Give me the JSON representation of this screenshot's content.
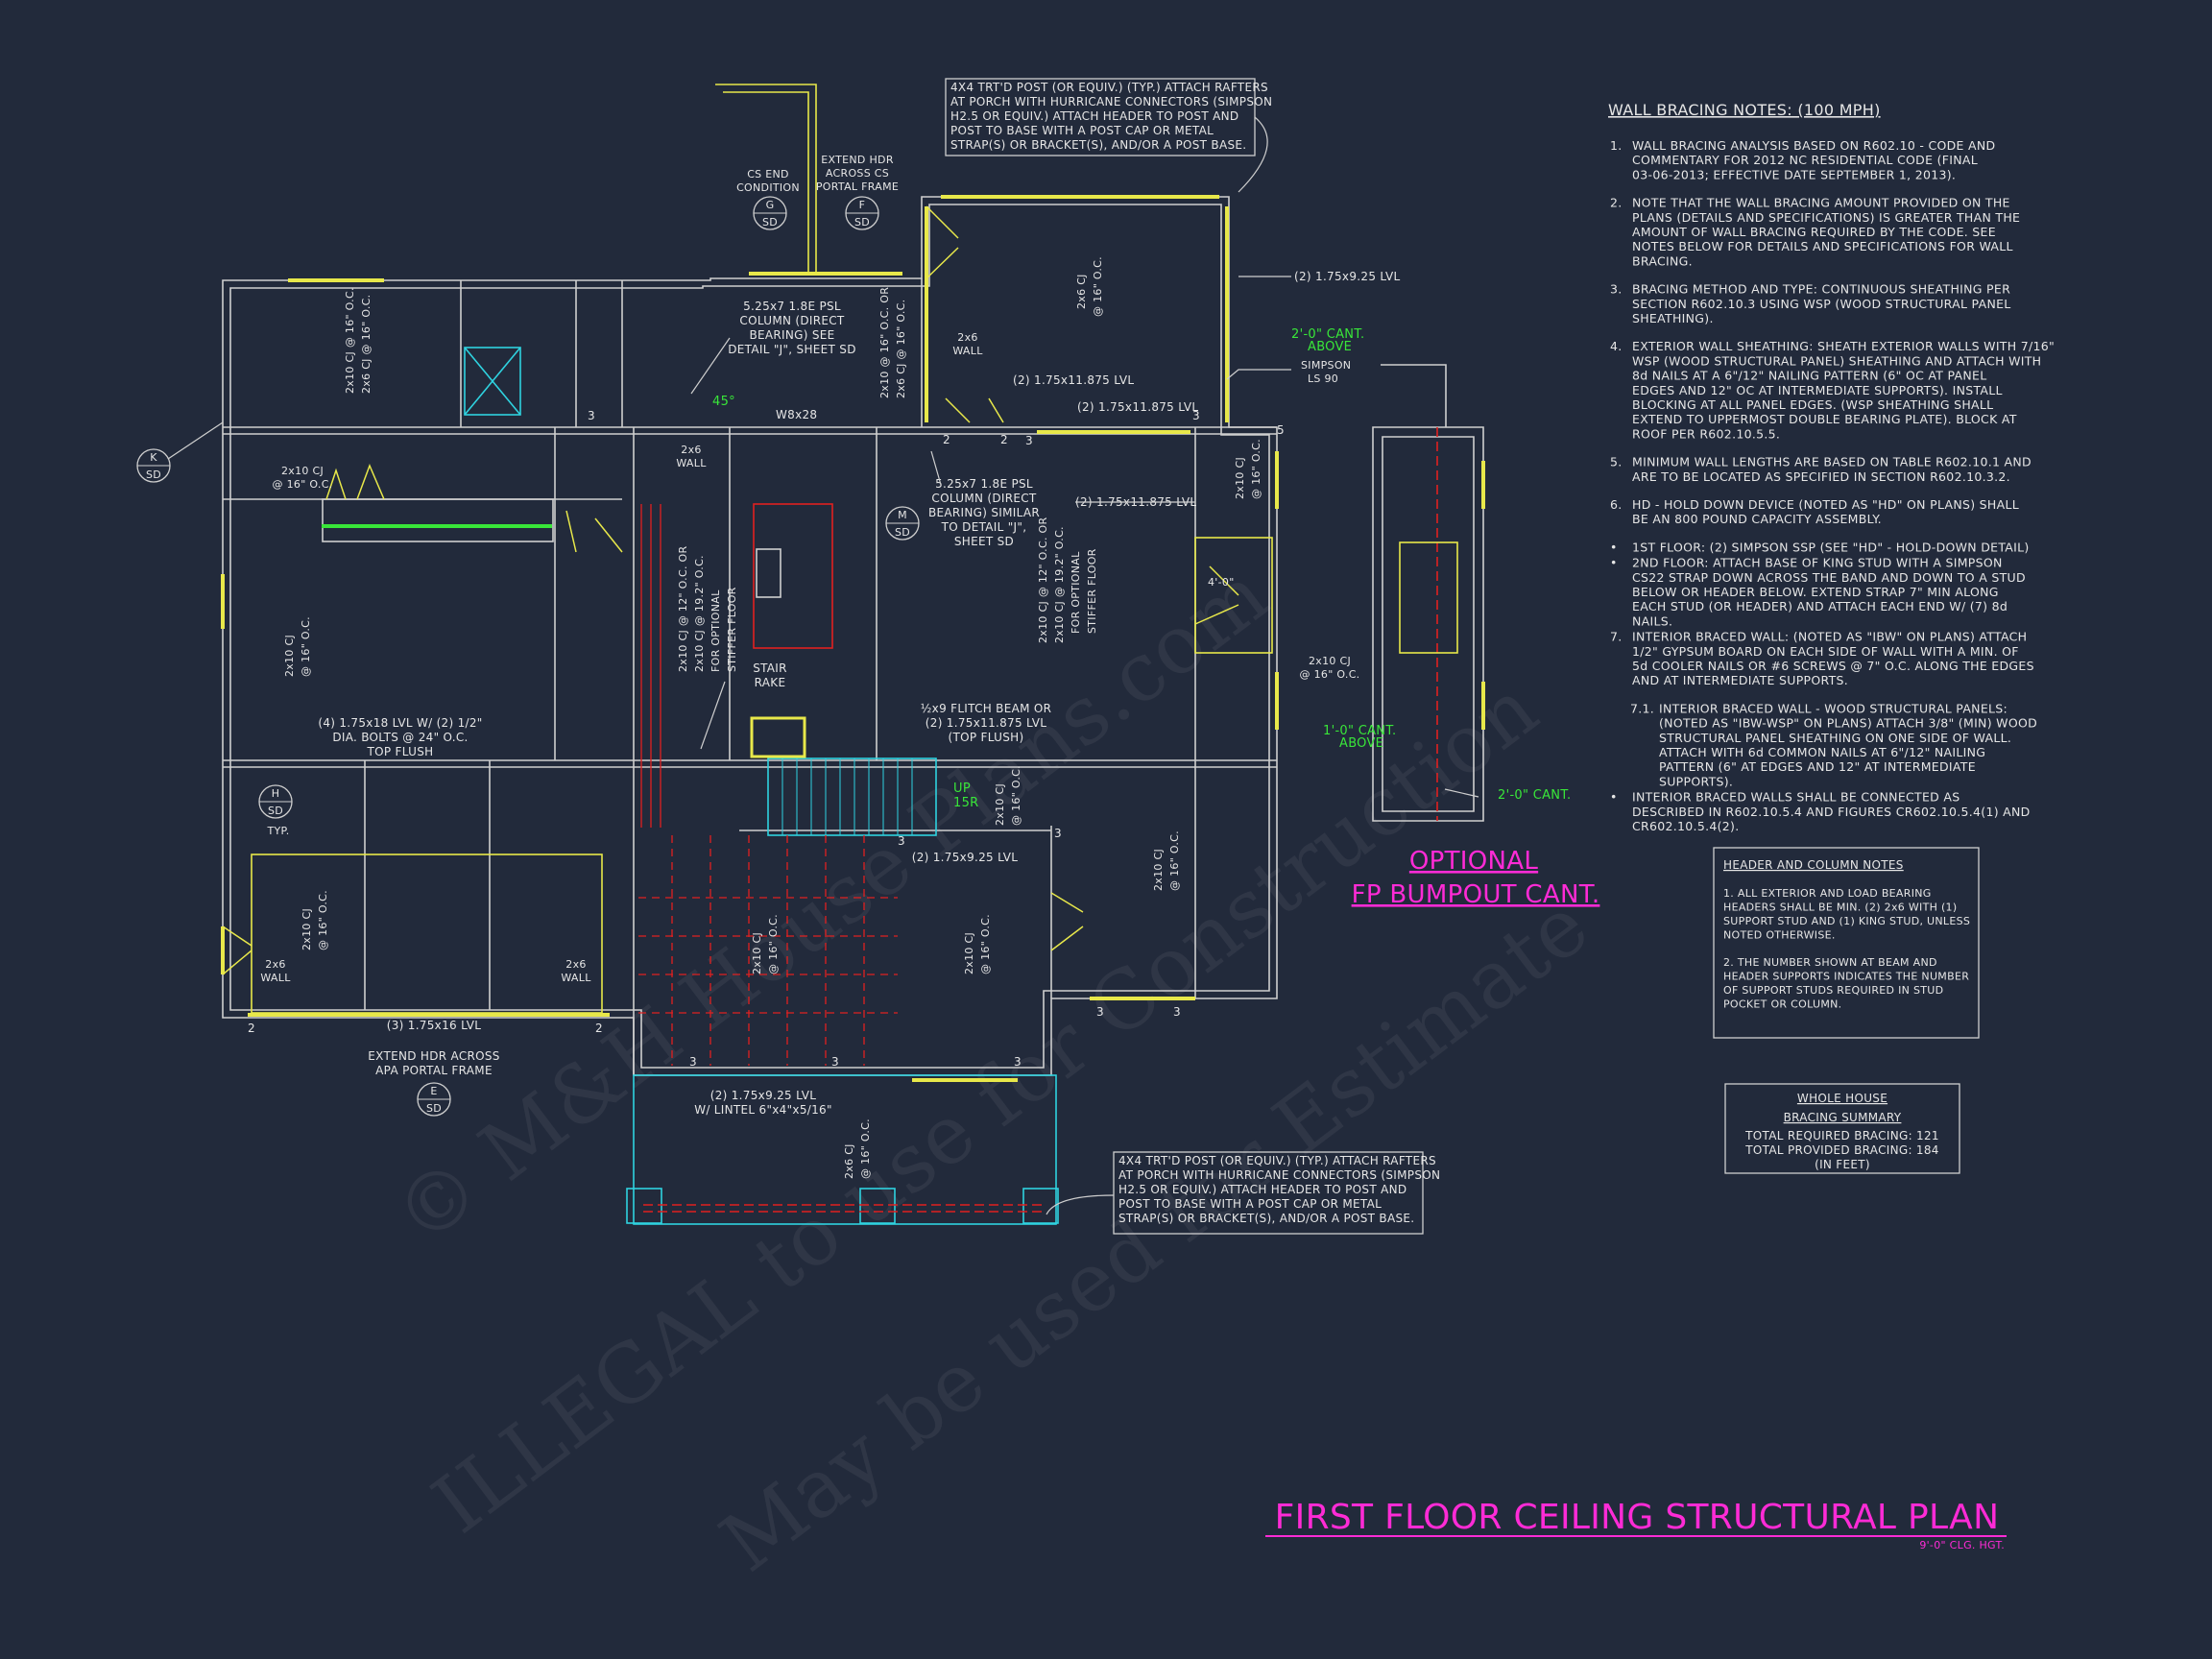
{
  "plan": {
    "title": "FIRST FLOOR CEILING STRUCTURAL PLAN",
    "subtitle": "9'-0\" CLG. HGT.",
    "optional_title_1": "OPTIONAL",
    "optional_title_2": "FP BUMPOUT CANT."
  },
  "watermarks": [
    "© M&H House Plans.com",
    "ILLEGAL to use for Construction",
    "May be used for Estimate"
  ],
  "callouts": {
    "k": {
      "letter": "K",
      "sheet": "SD"
    },
    "g": {
      "letter": "G",
      "sheet": "SD"
    },
    "f": {
      "letter": "F",
      "sheet": "SD"
    },
    "m": {
      "letter": "M",
      "sheet": "SD"
    },
    "h": {
      "letter": "H",
      "sheet": "SD",
      "note": "TYP."
    },
    "e": {
      "letter": "E",
      "sheet": "SD"
    }
  },
  "labels": {
    "cs_end": [
      "CS END",
      "CONDITION"
    ],
    "extend_hdr_cs": [
      "EXTEND HDR",
      "ACROSS CS",
      "PORTAL FRAME"
    ],
    "porch_top_note": [
      "4X4 TRT'D POST (OR EQUIV.) (TYP.) ATTACH RAFTERS",
      "AT PORCH WITH HURRICANE CONNECTORS (SIMPSON",
      "H2.5 OR EQUIV.) ATTACH HEADER TO POST AND",
      "POST TO BASE WITH A POST CAP OR METAL",
      "STRAP(S) OR BRACKET(S), AND/OR A POST BASE."
    ],
    "porch_bottom_note": [
      "4X4 TRT'D POST (OR EQUIV.) (TYP.) ATTACH RAFTERS",
      "AT PORCH WITH HURRICANE CONNECTORS (SIMPSON",
      "H2.5 OR EQUIV.) ATTACH HEADER TO POST AND",
      "POST TO BASE WITH A POST CAP OR METAL",
      "STRAP(S) OR BRACKET(S), AND/OR A POST BASE."
    ],
    "psl_column_1": [
      "5.25x7 1.8E PSL",
      "COLUMN (DIRECT",
      "BEARING) SEE",
      "DETAIL \"J\", SHEET SD"
    ],
    "psl_column_2": [
      "5.25x7 1.8E PSL",
      "COLUMN (DIRECT",
      "BEARING) SIMILAR",
      "TO DETAIL \"J\",",
      "SHEET SD"
    ],
    "lvl_2_175x925_right": "(2) 1.75x9.25 LVL",
    "lvl_2_175x11875_a": "(2) 1.75x11.875 LVL",
    "lvl_2_175x11875_b": "(2) 1.75x11.875 LVL",
    "lvl_2_175x11875_c": "(2) 1.75x11.875 LVL",
    "w8x28": "W8x28",
    "wall_2x6_a": [
      "2x6",
      "WALL"
    ],
    "wall_2x6_b": [
      "2x6",
      "WALL"
    ],
    "wall_2x6_c": [
      "2x6",
      "WALL"
    ],
    "wall_2x6_d": [
      "2x6",
      "WALL"
    ],
    "cant_above_1": [
      "2'-0\" CANT.",
      "ABOVE"
    ],
    "cant_above_2": [
      "1'-0\" CANT.",
      "ABOVE"
    ],
    "cant_side": "2'-0\" CANT.",
    "simpson": [
      "SIMPSON",
      "LS 90"
    ],
    "cj_left_top": [
      "2x10 CJ @ 16\" O.C.",
      "2x6 CJ @ 16\" O.C."
    ],
    "cj_center_top": [
      "2x10 @ 16\" O.C. OR",
      "2x6 CJ @ 16\" O.C."
    ],
    "cj_porch_top": [
      "2x6 CJ",
      "@ 16\" O.C."
    ],
    "cj_2x10_16": [
      "2x10 CJ",
      "@ 16\" O.C."
    ],
    "cj_2x10_a": [
      "2x10 CJ",
      "@ 16\" O.C."
    ],
    "cj_2x10_b": [
      "2x10 CJ",
      "@ 16\" O.C."
    ],
    "cj_2x10_c": [
      "2x10 CJ",
      "@ 16\" O.C."
    ],
    "cj_2x10_d": [
      "2x10 CJ",
      "@ 16\" O.C."
    ],
    "cj_2x10_e": [
      "2x10 CJ",
      "@ 16\" O.C."
    ],
    "cj_2x10_f": [
      "2x10 CJ",
      "@ 16\" O.C."
    ],
    "cj_2x10_g": [
      "2x10 CJ",
      "@ 16\" O.C."
    ],
    "cj_2x10_h": [
      "2x10 CJ",
      "@ 16\" O.C."
    ],
    "cj_2x6_porch": [
      "2x6 CJ",
      "@ 16\" O.C."
    ],
    "cj_2x10_right": [
      "2x10 CJ",
      "@ 16\" O.C."
    ],
    "cj_kitchen": [
      "2x10 CJ @ 12\" O.C. OR",
      "2x10 CJ @ 19.2\" O.C.",
      "FOR OPTIONAL",
      "STIFFER FLOOR"
    ],
    "cj_family": [
      "2x10 CJ @ 12\" O.C. OR",
      "2x10 CJ @ 19.2\" O.C.",
      "FOR OPTIONAL",
      "STIFFER FLOOR"
    ],
    "stair_rake": [
      "STAIR",
      "RAKE"
    ],
    "flitch_beam": [
      "½x9 FLITCH BEAM OR",
      "(2) 1.75x11.875 LVL",
      "(TOP FLUSH)"
    ],
    "lvl_4": [
      "(4) 1.75x18 LVL W/ (2) 1/2\"",
      "DIA. BOLTS @ 24\" O.C.",
      "TOP FLUSH"
    ],
    "lvl_3": "(3) 1.75x16 LVL",
    "extend_hdr_apa": [
      "EXTEND HDR ACROSS",
      "APA PORTAL FRAME"
    ],
    "lvl_2_925_stair": "(2) 1.75x9.25 LVL",
    "lvl_2_925_lintel": [
      "(2) 1.75x9.25 LVL",
      "W/ LINTEL 6\"x4\"x5/16\""
    ],
    "up": [
      "UP",
      "15R"
    ],
    "dim_4ft": "4'-0\"",
    "angle_45": "45°",
    "stud_2": "2",
    "stud_3": "3",
    "stud_5": "5"
  },
  "wall_bracing": {
    "title": "WALL BRACING NOTES: (100 MPH)",
    "notes": [
      {
        "num": "1.",
        "lines": [
          "WALL BRACING ANALYSIS BASED ON R602.10 - CODE AND",
          "COMMENTARY FOR 2012 NC RESIDENTIAL CODE (FINAL",
          "03-06-2013; EFFECTIVE DATE SEPTEMBER 1, 2013)."
        ]
      },
      {
        "num": "2.",
        "lines": [
          "NOTE THAT THE WALL BRACING AMOUNT PROVIDED ON THE",
          "PLANS (DETAILS AND SPECIFICATIONS) IS GREATER THAN THE",
          "AMOUNT OF WALL BRACING REQUIRED BY THE CODE. SEE",
          "NOTES BELOW FOR DETAILS AND SPECIFICATIONS FOR WALL",
          "BRACING."
        ]
      },
      {
        "num": "3.",
        "lines": [
          "BRACING METHOD AND TYPE: CONTINUOUS SHEATHING PER",
          "SECTION R602.10.3 USING WSP (WOOD STRUCTURAL PANEL",
          "SHEATHING)."
        ]
      },
      {
        "num": "4.",
        "lines": [
          "EXTERIOR WALL SHEATHING: SHEATH EXTERIOR WALLS WITH 7/16\"",
          "WSP (WOOD STRUCTURAL PANEL) SHEATHING AND ATTACH WITH",
          "8d NAILS AT A 6\"/12\" NAILING PATTERN (6\" OC AT PANEL",
          "EDGES AND 12\" OC AT INTERMEDIATE SUPPORTS). INSTALL",
          "BLOCKING AT ALL PANEL EDGES. (WSP SHEATHING SHALL",
          "EXTEND TO UPPERMOST DOUBLE BEARING PLATE). BLOCK AT",
          "ROOF PER R602.10.5.5."
        ]
      },
      {
        "num": "5.",
        "lines": [
          "MINIMUM WALL LENGTHS ARE BASED ON TABLE R602.10.1 AND",
          "ARE TO BE LOCATED AS SPECIFIED IN SECTION R602.10.3.2."
        ]
      },
      {
        "num": "6.",
        "lines": [
          "HD - HOLD DOWN DEVICE (NOTED AS \"HD\" ON PLANS) SHALL",
          "BE AN 800 POUND CAPACITY ASSEMBLY."
        ]
      },
      {
        "num": "•",
        "lines": [
          "1ST FLOOR: (2) SIMPSON SSP (SEE \"HD\" - HOLD-DOWN DETAIL)"
        ]
      },
      {
        "num": "•",
        "lines": [
          "2ND FLOOR: ATTACH BASE OF KING STUD WITH A SIMPSON",
          "CS22 STRAP DOWN ACROSS THE BAND AND DOWN TO A STUD",
          "BELOW OR HEADER BELOW. EXTEND STRAP 7\" MIN ALONG",
          "EACH STUD (OR HEADER) AND ATTACH EACH END W/ (7) 8d",
          "NAILS."
        ]
      },
      {
        "num": "7.",
        "lines": [
          "INTERIOR BRACED WALL: (NOTED AS \"IBW\" ON PLANS) ATTACH",
          "1/2\" GYPSUM BOARD ON EACH SIDE OF WALL WITH A MIN. OF",
          "5d COOLER NAILS OR #6 SCREWS @ 7\" O.C. ALONG THE EDGES",
          "AND AT INTERMEDIATE SUPPORTS."
        ]
      },
      {
        "num": "7.1.",
        "lines": [
          "INTERIOR BRACED WALL - WOOD STRUCTURAL PANELS:",
          "(NOTED AS \"IBW-WSP\" ON PLANS) ATTACH 3/8\" (MIN) WOOD",
          "STRUCTURAL PANEL SHEATHING ON ONE SIDE OF WALL.",
          "ATTACH WITH 6d COMMON NAILS AT 6\"/12\" NAILING",
          "PATTERN (6\" AT EDGES AND 12\" AT INTERMEDIATE",
          "SUPPORTS)."
        ]
      },
      {
        "num": "•",
        "lines": [
          "INTERIOR BRACED WALLS SHALL BE CONNECTED AS",
          "DESCRIBED IN R602.10.5.4 AND FIGURES CR602.10.5.4(1) AND",
          "CR602.10.5.4(2)."
        ]
      }
    ]
  },
  "header_column_notes": {
    "title": "HEADER AND COLUMN NOTES",
    "notes": [
      [
        "1. ALL EXTERIOR AND LOAD BEARING",
        "HEADERS SHALL BE MIN. (2) 2x6 WITH (1)",
        "SUPPORT STUD AND (1) KING STUD, UNLESS",
        "NOTED OTHERWISE."
      ],
      [
        "2. THE NUMBER SHOWN AT BEAM AND",
        "HEADER SUPPORTS INDICATES THE NUMBER",
        "OF SUPPORT STUDS REQUIRED IN STUD",
        "POCKET OR COLUMN."
      ]
    ]
  },
  "bracing_summary": {
    "title_1": "WHOLE HOUSE",
    "title_2": "BRACING SUMMARY",
    "required": "TOTAL REQUIRED BRACING: 121",
    "provided": "TOTAL PROVIDED BRACING: 184",
    "unit": "(IN FEET)"
  },
  "colors": {
    "background": "#222a3b",
    "wall": "#cfcfcf",
    "header": "#e8e84a",
    "accent_magenta": "#ff2bd6",
    "accent_green": "#39e639",
    "accent_cyan": "#2fd3e0",
    "accent_red": "#e02020"
  }
}
